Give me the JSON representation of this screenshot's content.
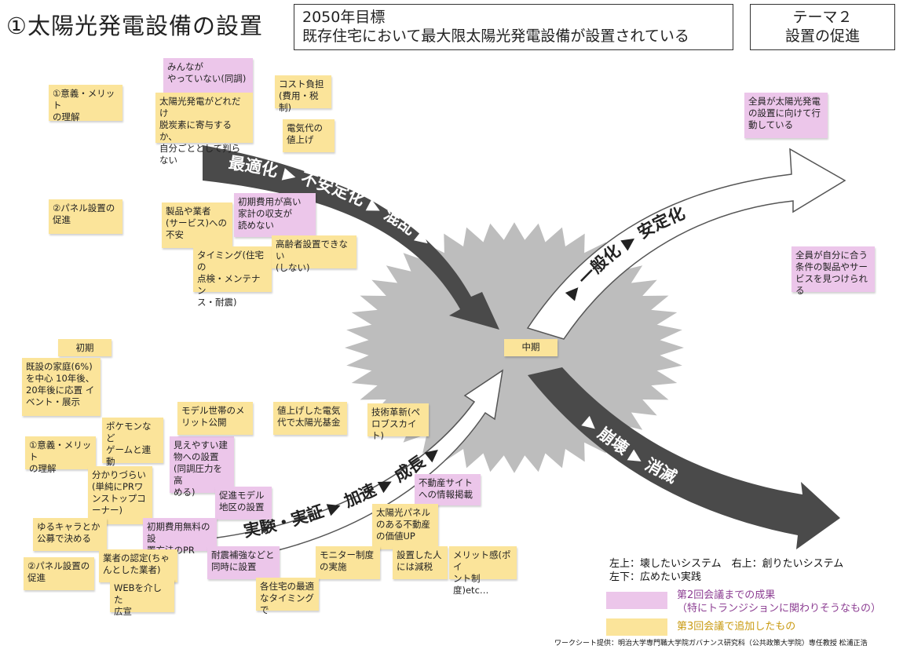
{
  "title": "①太陽光発電設備の設置",
  "goal": {
    "line1": "2050年目標",
    "line2": "既存住宅において最大限太陽光発電設備が設置されている"
  },
  "theme": {
    "line1": "テーマ２",
    "line2": "設置の促進"
  },
  "arrows": {
    "upper_left": "最適化 ▶ 不安定化 ▶ 混乱 ▶",
    "upper_right": "▶ 一般化 ▶ 安定化",
    "lower_right": "▶ 崩壊 ▶ 消滅",
    "lower_left": "実験・実証 ▶ 加速 ▶ 成長 ▶"
  },
  "center_label": "中期",
  "notes": {
    "ul_1": "①意義・メリット\nの理解",
    "ul_2": "②パネル設置の\n促進",
    "ul_3": "みんなが\nやっていない(同調)",
    "ul_4": "太陽光発電がどれだけ\n脱炭素に寄与するか、\n自分ごととして判らない",
    "ul_5": "コスト負担\n(費用・税制)",
    "ul_6": "電気代の\n値上げ",
    "ul_7": "製品や業者\n(サービス)への\n不安",
    "ul_8": "初期費用が高い\n家計の収支が\n読めない",
    "ul_9": "タイミング(住宅の\n点検・メンテナン\nス・耐震)",
    "ul_10": "高齢者設置できない\n(しない)",
    "ur_1": "全員が太陽光発電\nの設置に向けて行\n動している",
    "ur_2": "全員が自分に合う\n条件の製品やサー\nビスを見つけられる",
    "ll_1": "初期",
    "ll_2": "既設の家庭(6%)\nを中心 10年後、\n20年後に応置 イ\nベント・展示",
    "ll_3": "①意義・メリット\nの理解",
    "ll_4": "ポケモンなど\nゲームと連動\nして見える化",
    "ll_5": "分かりづらい\n(単純にPRワ\nンストップコ\nーナー)",
    "ll_6": "見えやすい建\n物への設置\n(同調圧力を高\nめる)",
    "ll_7": "モデル世帯のメ\nリット公開",
    "ll_8": "値上げした電気\n代で太陽光基金",
    "ll_9": "技術革新(ペ\nロブスカイト)",
    "ll_10": "促進モデル\n地区の設置",
    "ll_11": "不動産サイト\nへの情報掲載",
    "ll_12": "ゆるキャラとか\n公募で決める",
    "ll_13": "初期費用無料の設\n置方法のPR",
    "ll_14": "太陽光パネル\nのある不動産\nの価値UP",
    "ll_15": "②パネル設置の\n促進",
    "ll_16": "業者の認定(ちゃ\nんとした業者)",
    "ll_17": "耐震補強などと\n同時に設置",
    "ll_18": "モニター制度\nの実施",
    "ll_19": "設置した人\nには減税",
    "ll_20": "メリット感(ポイ\nント制度)etc…",
    "ll_21": "WEBを介した\n広宣",
    "ll_22": "各住宅の最適\nなタイミングで"
  },
  "legend": {
    "line1": "左上：壊したいシステム　右上：創りたいシステム",
    "line2": "左下：広めたい実践",
    "purple_line1": "第2回会議までの成果",
    "purple_line2": "（特にトランジションに関わりそうなもの）",
    "yellow": "第3回会議で追加したもの"
  },
  "credit": "ワークシート提供：明治大学専門職大学院ガバナンス研究科（公共政策大学院）専任教授 松浦正浩",
  "colors": {
    "sticky_yellow": "#fbe49a",
    "sticky_purple": "#ecc6ea",
    "dark_arrow": "#4a4a4a",
    "gear_gray": "#bdbdbd",
    "legend_purple_text": "#8d3f93",
    "legend_yellow_text": "#c99a10"
  }
}
